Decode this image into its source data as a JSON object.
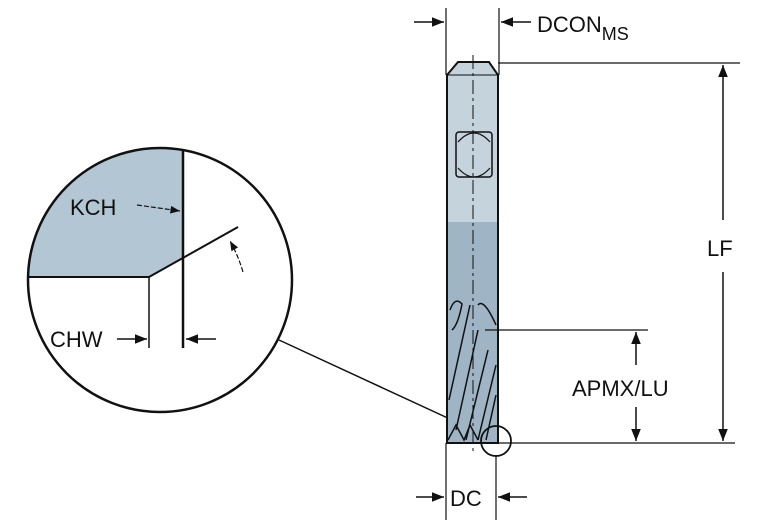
{
  "labels": {
    "dcon": "DCON",
    "dcon_sub": "MS",
    "lf": "LF",
    "apmx_lu": "APMX/LU",
    "dc": "DC",
    "kch": "KCH",
    "chw": "CHW"
  },
  "colors": {
    "shank_light": "#c5d3dc",
    "body_dark": "#9fb4c4",
    "detail_fill": "#b3c6d3",
    "line": "#111111"
  }
}
